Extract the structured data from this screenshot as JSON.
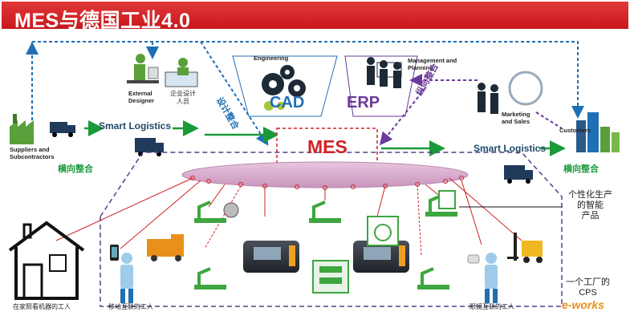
{
  "title": "MES与德国工业4.0",
  "top_labels": {
    "engineering": "Engineering",
    "management": "Management and\nPlanning",
    "external_designer": "External\nDesigner",
    "enterprise_designer": "企业设计\n人员",
    "marketing": "Marketing\nand Sales",
    "customers": "Customers",
    "suppliers": "Suppliers and\nSubcontractors"
  },
  "center": {
    "cad": "CAD",
    "erp": "ERP",
    "mes": "MES",
    "design_integration": "设计整合",
    "vertical_integration": "纵向整合"
  },
  "logistics": {
    "left": "Smart Logistics",
    "right": "Smart Logistics",
    "left_horizontal": "横向整合",
    "right_horizontal": "横向整合"
  },
  "bottom_labels": {
    "home_worker": "在家照看机器的工人",
    "mobile_worker": "移动互联的工人",
    "glasses_worker": "眼镜互联的工人",
    "smart_product": "个性化生产\n的智能\n产品",
    "factory_cps": "一个工厂的\nCPS",
    "watermark": "e-works"
  },
  "colors": {
    "title_red": "#d02226",
    "green": "#1a9a3a",
    "blue_dash": "#1f6fb5",
    "purple_dash": "#6b3a9a",
    "red_line": "#d02226"
  }
}
